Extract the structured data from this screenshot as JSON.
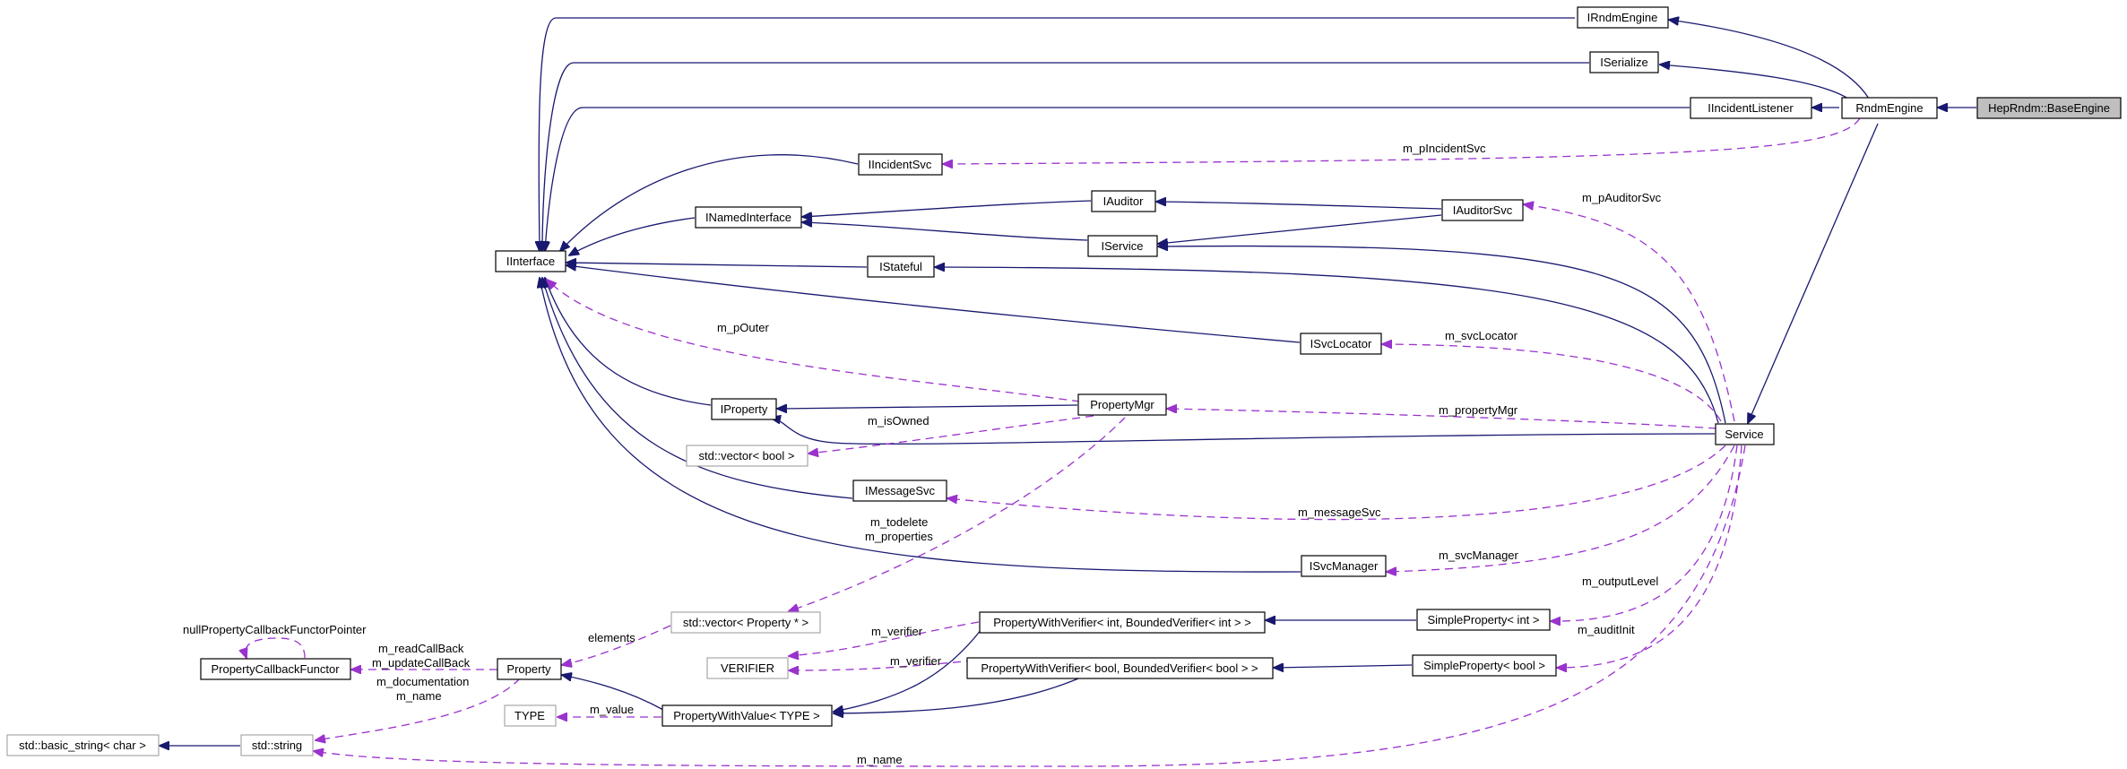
{
  "nodes": {
    "hep_base_engine": "HepRndm::BaseEngine",
    "rndm_engine": "RndmEngine",
    "i_rndm_engine": "IRndmEngine",
    "i_serialize": "ISerialize",
    "i_incident_listener": "IIncidentListener",
    "i_incident_svc": "IIncidentSvc",
    "i_auditor": "IAuditor",
    "i_auditor_svc": "IAuditorSvc",
    "i_named_interface": "INamedInterface",
    "i_service": "IService",
    "i_interface": "IInterface",
    "i_stateful": "IStateful",
    "i_svc_locator": "ISvcLocator",
    "i_property": "IProperty",
    "property_mgr": "PropertyMgr",
    "service": "Service",
    "vector_bool": "std::vector< bool >",
    "i_message_svc": "IMessageSvc",
    "i_svc_manager": "ISvcManager",
    "vector_property": "std::vector< Property * >",
    "pwv_int": "PropertyWithVerifier< int, BoundedVerifier< int > >",
    "simple_property_int": "SimpleProperty< int >",
    "verifier": "VERIFIER",
    "pwv_bool": "PropertyWithVerifier< bool, BoundedVerifier< bool > >",
    "simple_property_bool": "SimpleProperty< bool >",
    "property_callback_functor": "PropertyCallbackFunctor",
    "property": "Property",
    "type": "TYPE",
    "property_with_value": "PropertyWithValue< TYPE >",
    "basic_string": "std::basic_string< char >",
    "std_string": "std::string"
  },
  "edge_labels": {
    "m_pIncidentSvc": "m_pIncidentSvc",
    "m_pAuditorSvc": "m_pAuditorSvc",
    "m_pOuter": "m_pOuter",
    "m_svcLocator": "m_svcLocator",
    "m_isOwned": "m_isOwned",
    "m_propertyMgr": "m_propertyMgr",
    "m_messageSvc": "m_messageSvc",
    "m_todelete": "m_todelete",
    "m_properties": "m_properties",
    "m_svcManager": "m_svcManager",
    "m_outputLevel": "m_outputLevel",
    "nullPropertyCallbackFunctorPointer": "nullPropertyCallbackFunctorPointer",
    "elements": "elements",
    "m_verifier_1": "m_verifier",
    "m_auditInit": "m_auditInit",
    "m_readCallBack": "m_readCallBack",
    "m_updateCallBack": "m_updateCallBack",
    "m_verifier_2": "m_verifier",
    "m_documentation": "m_documentation",
    "m_name_1": "m_name",
    "m_value": "m_value",
    "m_name_2": "m_name"
  },
  "colors": {
    "inheritance": "#191970",
    "usage": "#9a32cd",
    "focus_fill": "#bfbfbf"
  }
}
